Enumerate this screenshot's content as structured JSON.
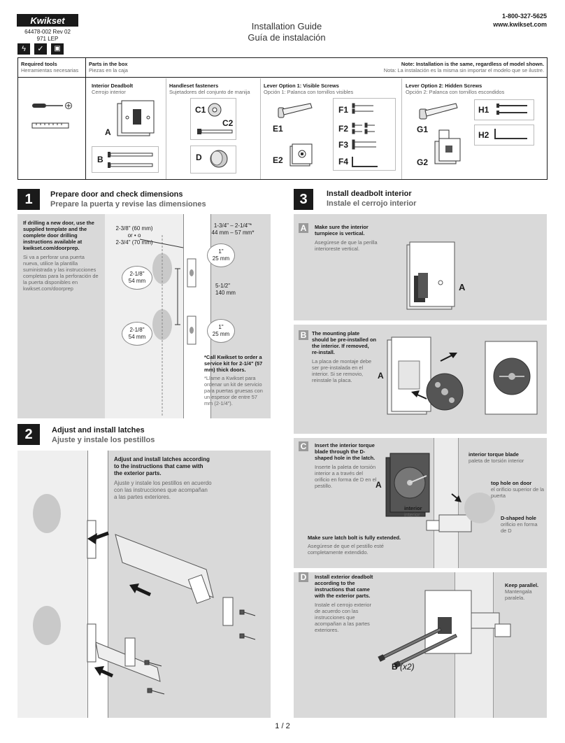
{
  "header": {
    "brand": "Kwikset",
    "doc_number": "64478-002 Rev 02",
    "model": "971 LEP",
    "title_en": "Installation Guide",
    "title_es": "Guía de instalación",
    "phone": "1-800-327-5625",
    "website": "www.kwikset.com"
  },
  "tools_parts": {
    "tools_en": "Required tools",
    "tools_es": "Herramientas necesarias",
    "parts_en": "Parts in the box",
    "parts_es": "Piezas en la caja",
    "note_en": "Note: Installation is the same, regardless of model shown.",
    "note_es": "Nota: La instalación es la misma sin importar el modelo que se ilustre.",
    "col_deadbolt_en": "Interior Deadbolt",
    "col_deadbolt_es": "Cerrojo interior",
    "col_fasteners_en": "Handleset fasteners",
    "col_fasteners_es": "Sujetadores del conjunto de manija",
    "col_lever1_en": "Lever Option 1: Visible Screws",
    "col_lever1_es": "Opción 1: Palanca con tornillos visibles",
    "col_lever2_en": "Lever Option 2: Hidden Screws",
    "col_lever2_es": "Opción 2: Palanca con tornillos escondidos",
    "labels": {
      "A": "A",
      "B": "B",
      "C1": "C1",
      "C2": "C2",
      "D": "D",
      "E1": "E1",
      "E2": "E2",
      "F1": "F1",
      "F2": "F2",
      "F3": "F3",
      "F4": "F4",
      "G1": "G1",
      "G2": "G2",
      "H1": "H1",
      "H2": "H2"
    }
  },
  "step1": {
    "number": "1",
    "title_en": "Prepare door and check dimensions",
    "title_es": "Prepare la puerta y revise las dimensiones",
    "text_en": "If drilling a new door, use the supplied template and the complete door drilling instructions available at kwikset.com/doorprep.",
    "text_es": "Si va a perforar una puerta nueva, utilice la plantilla suministrada y las instrucciones completas para la perforación de la puerta disponibles en kwikset.com/doorprep",
    "backset_1": "2-3/8\" (60 mm)",
    "backset_or": "or • o",
    "backset_2": "2-3/4\" (70 mm)",
    "thickness_1": "1-3/4\" – 2-1/4\"*",
    "thickness_2": "44 mm – 57 mm*",
    "hole_top_in": "2-1/8\"",
    "hole_top_mm": "54 mm",
    "hole_bot_in": "2-1/8\"",
    "hole_bot_mm": "54 mm",
    "edge_top_in": "1\"",
    "edge_top_mm": "25 mm",
    "edge_bot_in": "1\"",
    "edge_bot_mm": "25 mm",
    "spacing_in": "5-1/2\"",
    "spacing_mm": "140 mm",
    "note_en": "*Call Kwikset to order a service kit for 2-1/4\" (57 mm) thick doors.",
    "note_es": "*Llame a Kwikset para ordenar un kit de servicio para puertas gruesas con un espesor de entre 57 mm (2-1/4\")."
  },
  "step2": {
    "number": "2",
    "title_en": "Adjust and install latches",
    "title_es": "Ajuste y instale los pestillos",
    "text_en": "Adjust and install latches according to the instructions that came with the exterior parts.",
    "text_es": "Ajuste y instale los pestillos en acuerdo con las instrucciones que acompañan a las partes exteriores."
  },
  "step3": {
    "number": "3",
    "title_en": "Install deadbolt interior",
    "title_es": "Instale el cerrojo interior",
    "a": {
      "letter": "A",
      "text_en": "Make sure the interior turnpiece is vertical.",
      "text_es": "Asegúrese de que la perilla interioreste vertical.",
      "label": "A"
    },
    "b": {
      "letter": "B",
      "text_en": "The mounting plate should be pre-installed on the interior. If removed, re-install.",
      "text_es": "La placa de montaje debe ser pre-instalada en el interior. Si se removio, reinstale la placa.",
      "label": "A"
    },
    "c": {
      "letter": "C",
      "text_en": "Insert the interior torque blade through the D-shaped hole in the latch.",
      "text_es": "Inserte la paleta de torsión interior a a través del orificio en forma de D en el pestillo.",
      "label": "A",
      "blade_en": "interior torque blade",
      "blade_es": "paleta de torsión interior",
      "tophole_en": "top hole on door",
      "tophole_es": "el orificio superior de la puerta",
      "dhole_en": "D-shaped hole",
      "dhole_es": "orificio en forma de D",
      "interior_en": "interior",
      "interior_es": "interior",
      "extended_en": "Make sure latch bolt is fully extended.",
      "extended_es": "Asegúrese de que el pestillo esté completamente extendido."
    },
    "d": {
      "letter": "D",
      "text_en": "Install exterior deadbolt according to the instructions that came with the exterior parts.",
      "text_es": "Instale el cerrojo exterior de acuerdo con las instrucciones que acompañan a las partes exteriores.",
      "parallel_en": "Keep parallel.",
      "parallel_es": "Mantengala paralela.",
      "label": "B",
      "qty": "(x2)"
    }
  },
  "footer": {
    "page": "1 / 2"
  }
}
